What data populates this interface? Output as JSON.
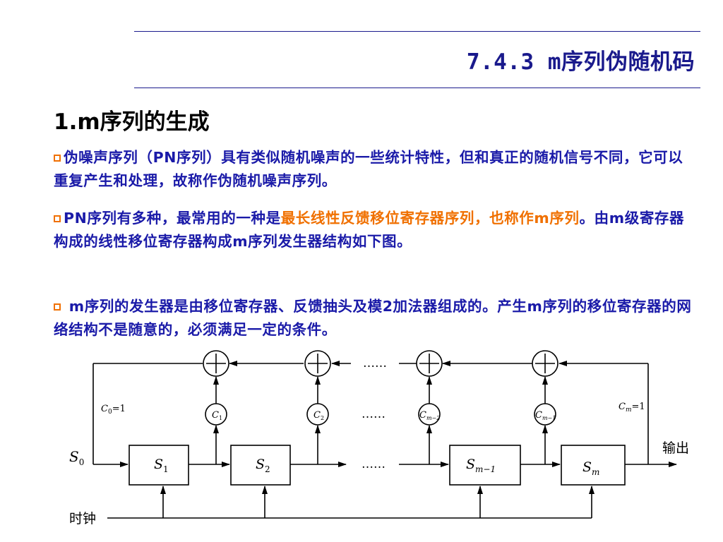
{
  "header": {
    "title": "7.4.3 m序列伪随机码"
  },
  "section": {
    "heading": "1.m序列的生成"
  },
  "paragraphs": {
    "p1": "伪噪声序列（PN序列）具有类似随机噪声的一些统计特性，但和真正的随机信号不同，它可以重复产生和处理，故称作伪随机噪声序列。",
    "p2_a": "PN序列有多种，最常用的一种是",
    "p2_highlight": "最长线性反馈移位寄存器序列，也称作m序列",
    "p2_b": "。由m级寄存器构成的线性移位寄存器构成m序列发生器结构如下图。",
    "p3": " m序列的发生器是由移位寄存器、反馈抽头及模2加法器组成的。产生m序列的移位寄存器的网络结构不是随意的，必须满足一定的条件。"
  },
  "diagram": {
    "ellipsis": "……",
    "s0": "S",
    "s0_sub": "0",
    "c0": "C",
    "c0_sub": "0",
    "c0_eq": "=1",
    "cm": "C",
    "cm_sub": "m",
    "cm_eq": "=1",
    "taps": [
      {
        "label": "C",
        "sub": "1"
      },
      {
        "label": "C",
        "sub": "2"
      },
      {
        "label": "C",
        "sub": "m−2"
      },
      {
        "label": "C",
        "sub": "m−1"
      }
    ],
    "registers": [
      {
        "label": "S",
        "sub": "1"
      },
      {
        "label": "S",
        "sub": "2"
      },
      {
        "label": "S",
        "sub": "m−1"
      },
      {
        "label": "S",
        "sub": "m"
      }
    ],
    "output_label": "输出",
    "clock_label": "时钟"
  },
  "colors": {
    "title": "#1a1a8c",
    "text": "#1a1aa8",
    "highlight": "#f07000"
  }
}
